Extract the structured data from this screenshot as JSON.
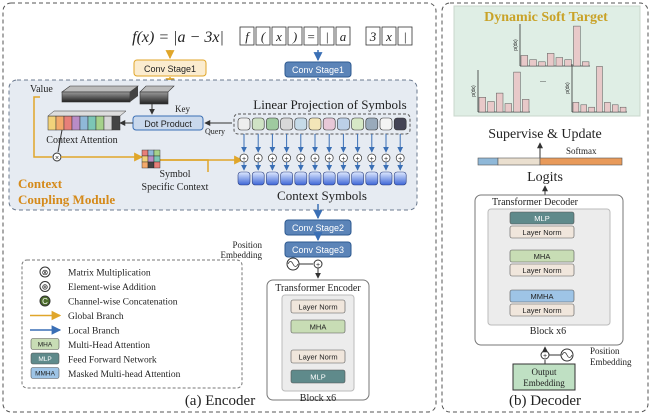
{
  "encoder": {
    "caption": "(a) Encoder",
    "formula": "f(x) = |a − 3x|",
    "conv_stage1_left": "Conv Stage1",
    "conv_stage1_right": "Conv Stage1",
    "conv_stage2": "Conv Stage2",
    "conv_stage3": "Conv Stage3",
    "position_embedding": "Position\nEmbedding",
    "tokens": [
      "f",
      "(",
      "x",
      ")",
      "=",
      "|",
      "a",
      "",
      "3",
      "x",
      "|"
    ],
    "value_label": "Value",
    "key_label": "Key",
    "query_label": "Query",
    "dot_product": "Dot Product",
    "context_attention": "Context Attention",
    "symbol_specific_context": "Symbol\nSpecific Context",
    "linear_projection": "Linear Projection of Symbols",
    "context_symbols": "Context Symbols",
    "module_title": "Context\nCoupling Module",
    "transformer_encoder": {
      "title": "Transformer Encoder",
      "blocks": [
        "Layer Norm",
        "MHA",
        "Layer Norm",
        "MLP"
      ],
      "repeat": "Block x6"
    },
    "legend": [
      {
        "symbol": "⊗",
        "label": "Matrix Multiplication"
      },
      {
        "symbol": "⊕",
        "label": "Element-wise Addition"
      },
      {
        "symbol": "C",
        "label": "Channel-wise Concatenation"
      },
      {
        "symbol": "→",
        "label": "Global Branch",
        "color": "#e0a62a"
      },
      {
        "symbol": "→",
        "label": "Local Branch",
        "color": "#3a6fb5"
      },
      {
        "symbol": "MHA",
        "label": "Multi-Head Attention",
        "color": "#c8ddb5"
      },
      {
        "symbol": "MLP",
        "label": "Feed Forward Network",
        "color": "#5f8a8b"
      },
      {
        "symbol": "MMHA",
        "label": "Masked Multi-head Attention",
        "color": "#9ec4e6"
      }
    ]
  },
  "decoder": {
    "caption": "(b) Decoder",
    "dynamic_soft_target": "Dynamic Soft Target",
    "pdx": "p(dx)",
    "ellipsis": "...",
    "supervise_update": "Supervise & Update",
    "softmax": "Softmax",
    "logits": "Logits",
    "transformer_decoder": {
      "title": "Transformer Decoder",
      "blocks": [
        "MLP",
        "Layer Norm",
        "MHA",
        "Layer Norm",
        "MMHA",
        "Layer Norm"
      ],
      "repeat": "Block x6"
    },
    "output_embedding": "Output\nEmbedding",
    "position_embedding": "Position\nEmbedding"
  },
  "colors": {
    "global": "#e0a62a",
    "local": "#3a6fb5",
    "conv": "#5b84b8",
    "target_bg": "#dfeee5",
    "target_title": "#c9a227"
  }
}
